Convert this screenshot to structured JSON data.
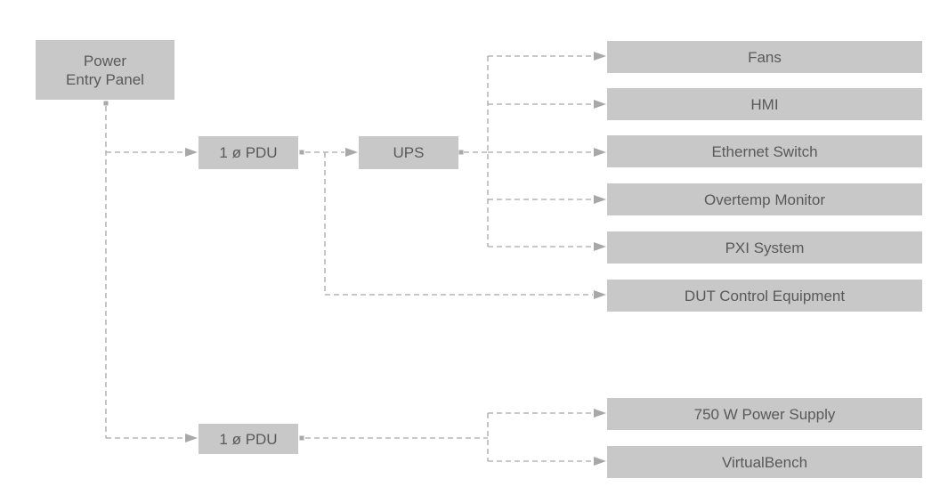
{
  "title": "",
  "nodes": {
    "power_entry_panel": {
      "line1": "Power",
      "line2": "Entry Panel"
    },
    "pdu_1": "1 ø PDU",
    "ups": "UPS",
    "pdu_2": "1 ø PDU",
    "fans": "Fans",
    "hmi": "HMI",
    "ethernet_switch": "Ethernet Switch",
    "overtemp_monitor": "Overtemp Monitor",
    "pxi_system": "PXI System",
    "dut_control_equipment": "DUT Control Equipment",
    "power_supply_750w": "750 W Power Supply",
    "virtualbench": "VirtualBench"
  },
  "connections": [
    {
      "from": "Power Entry Panel",
      "to": "1 ø PDU (upper)"
    },
    {
      "from": "Power Entry Panel",
      "to": "1 ø PDU (lower)"
    },
    {
      "from": "1 ø PDU (upper)",
      "to": "UPS"
    },
    {
      "from": "1 ø PDU (upper)",
      "to": "DUT Control Equipment"
    },
    {
      "from": "UPS",
      "to": "Fans"
    },
    {
      "from": "UPS",
      "to": "HMI"
    },
    {
      "from": "UPS",
      "to": "Ethernet Switch"
    },
    {
      "from": "UPS",
      "to": "Overtemp Monitor"
    },
    {
      "from": "UPS",
      "to": "PXI System"
    },
    {
      "from": "1 ø PDU (lower)",
      "to": "750 W Power Supply"
    },
    {
      "from": "1 ø PDU (lower)",
      "to": "VirtualBench"
    }
  ],
  "colors": {
    "box_fill": "#c8c8c8",
    "box_text": "#595959",
    "connector": "#a8a8a8"
  }
}
